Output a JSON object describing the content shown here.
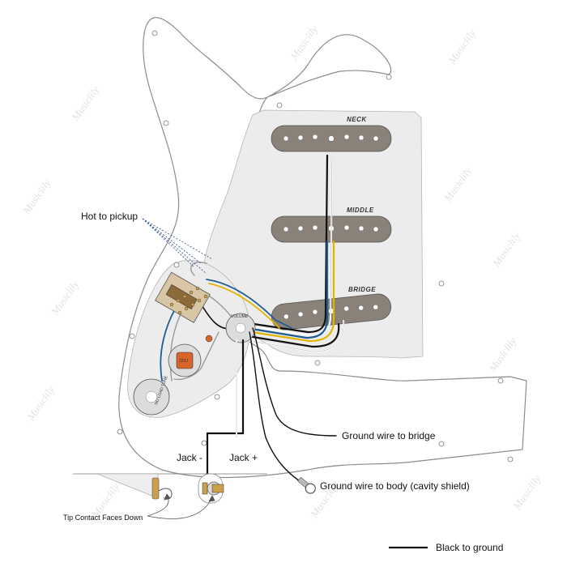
{
  "colors": {
    "pickguard_fill": "#ffffff",
    "pickguard_stroke": "#8c8c8c",
    "shield_fill": "#ececec",
    "pickup_fill": "#8a8178",
    "wire_black": "#111111",
    "wire_white": "#ffffff",
    "wire_blue": "#1f5d95",
    "wire_yellow": "#e0b400",
    "wire_gray": "#9a9a9a",
    "dashed_lines": "#3b5a9a",
    "cap_orange": "#d8642a",
    "watermark": "#e2e2e2"
  },
  "pickups": {
    "neck": "NECK",
    "middle": "MIDDLE",
    "bridge": "BRIDGE"
  },
  "labels": {
    "hot_to_pickup": "Hot to pickup",
    "jack_minus": "Jack -",
    "jack_plus": "Jack +",
    "ground_to_bridge": "Ground wire to bridge",
    "ground_to_body": "Ground wire to body (cavity shield)",
    "tip_contact": "Tip Contact Faces Down",
    "legend_black": "Black to ground"
  },
  "watermark": {
    "text": "Musiclily"
  },
  "component_text": {
    "tone_pot": "NO LOAD TONE",
    "volume_pot": "VOLUME",
    "cap": "223J"
  }
}
